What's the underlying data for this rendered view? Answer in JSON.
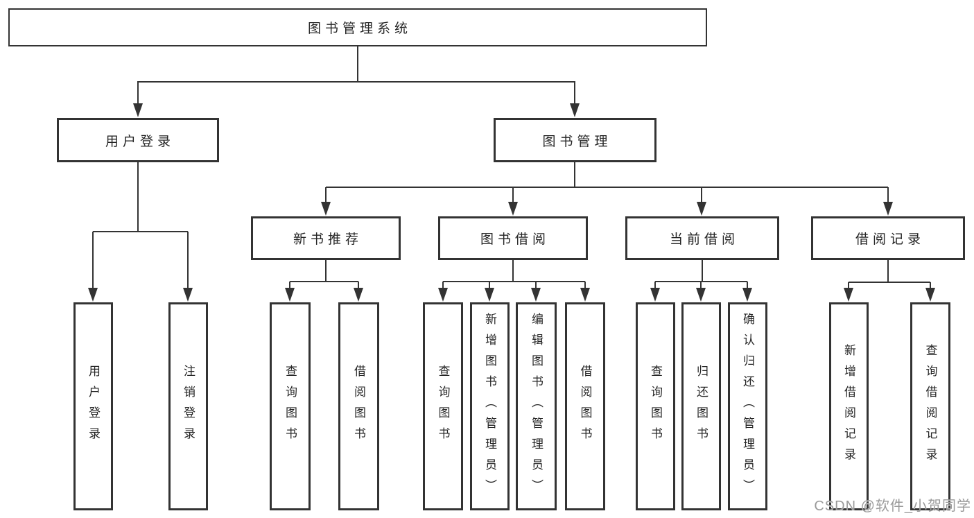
{
  "diagram_type": "hierarchy-tree",
  "watermark": {
    "text": "CSDN @软件_小贺同学"
  },
  "colors": {
    "line": "#333333",
    "border": "#333333",
    "text": "#262626",
    "background": "#ffffff",
    "watermark": "#9a9a9a"
  },
  "tree": {
    "label": "图书管理系统",
    "children": [
      {
        "label": "用户登录",
        "children": [
          {
            "label": "用户登录"
          },
          {
            "label": "注销登录"
          }
        ]
      },
      {
        "label": "图书管理",
        "children": [
          {
            "label": "新书推荐",
            "children": [
              {
                "label": "查询图书"
              },
              {
                "label": "借阅图书"
              }
            ]
          },
          {
            "label": "图书借阅",
            "children": [
              {
                "label": "查询图书"
              },
              {
                "label": "新增图书（管理员）"
              },
              {
                "label": "编辑图书（管理员）"
              },
              {
                "label": "借阅图书"
              }
            ]
          },
          {
            "label": "当前借阅",
            "children": [
              {
                "label": "查询图书"
              },
              {
                "label": "归还图书"
              },
              {
                "label": "确认归还（管理员）"
              }
            ]
          },
          {
            "label": "借阅记录",
            "children": [
              {
                "label": "新增借阅记录"
              },
              {
                "label": "查询借阅记录"
              }
            ]
          }
        ]
      }
    ]
  }
}
